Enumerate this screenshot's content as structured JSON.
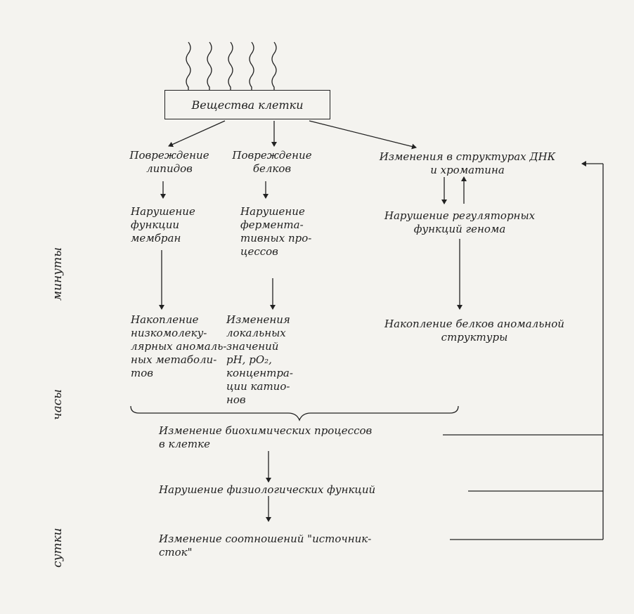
{
  "time_labels": {
    "minutes": "минуты",
    "hours": "часы",
    "days": "сутки"
  },
  "nodes": {
    "substances": "Вещества клетки",
    "lipid_damage": "Повреждение\nлипидов",
    "protein_damage": "Повреждение\nбелков",
    "dna_changes": "Изменения в структурах ДНК\nи хроматина",
    "membrane_dysfunction": "Нарушение\nфункции\nмембран",
    "enzyme_dysfunction": "Нарушение\nфермента-\nтивных про-\nцессов",
    "genome_dysfunction": "Нарушение регуляторных\nфункций генома",
    "metabolite_accumulation": "Накопление\nнизкомолеку-\nлярных аномаль-\nных метаболи-\nтов",
    "ph_changes": "Изменения\nлокальных\nзначений\npH, pO₂,\nконцентра-\nции катио-\nнов",
    "abnormal_proteins": "Накопление белков аномальной\nструктуры",
    "biochem_changes": "Изменение биохимических процессов\nв клетке",
    "physiological_dysfunction": "Нарушение физиологических функций",
    "source_sink_change": "Изменение соотношений \"источник-\nсток\""
  }
}
